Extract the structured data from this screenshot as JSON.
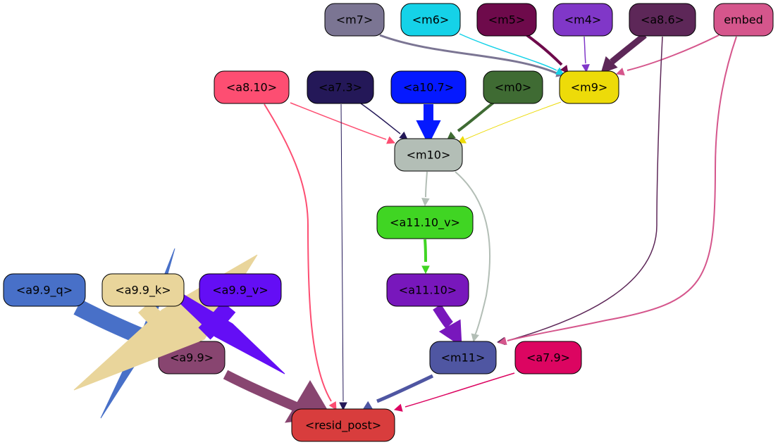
{
  "nodes": [
    {
      "id": "m7",
      "label": "<m7>",
      "color": "#7b7593"
    },
    {
      "id": "m6",
      "label": "<m6>",
      "color": "#15d2e8"
    },
    {
      "id": "m5",
      "label": "<m5>",
      "color": "#6e0a4b"
    },
    {
      "id": "m4",
      "label": "<m4>",
      "color": "#8037c8"
    },
    {
      "id": "a8_6",
      "label": "<a8.6>",
      "color": "#5d2758"
    },
    {
      "id": "embed",
      "label": "embed",
      "color": "#d5568c"
    },
    {
      "id": "a8_10",
      "label": "<a8.10>",
      "color": "#fd4e72"
    },
    {
      "id": "a7_3",
      "label": "<a7.3>",
      "color": "#241858"
    },
    {
      "id": "a10_7",
      "label": "<a10.7>",
      "color": "#0519ff"
    },
    {
      "id": "m0",
      "label": "<m0>",
      "color": "#3f6b33"
    },
    {
      "id": "m9",
      "label": "<m9>",
      "color": "#eddb09"
    },
    {
      "id": "m10",
      "label": "<m10>",
      "color": "#b3beb6"
    },
    {
      "id": "a11_10_v",
      "label": "<a11.10_v>",
      "color": "#40d523"
    },
    {
      "id": "a11_10",
      "label": "<a11.10>",
      "color": "#7817bc"
    },
    {
      "id": "a9_9_q",
      "label": "<a9.9_q>",
      "color": "#4870c8"
    },
    {
      "id": "a9_9_k",
      "label": "<a9.9_k>",
      "color": "#e9d59b"
    },
    {
      "id": "a9_9_v",
      "label": "<a9.9_v>",
      "color": "#640ef5"
    },
    {
      "id": "a9_9",
      "label": "<a9.9>",
      "color": "#884570"
    },
    {
      "id": "m11",
      "label": "<m11>",
      "color": "#4f56a2"
    },
    {
      "id": "a7_9",
      "label": "<a7.9>",
      "color": "#dc0561"
    },
    {
      "id": "resid_post",
      "label": "<resid_post>",
      "color": "#d83d3d"
    }
  ],
  "edges": [
    {
      "from": "m7",
      "to": "m9",
      "color": "#7b7593",
      "weight": 3
    },
    {
      "from": "m6",
      "to": "m9",
      "color": "#15d2e8",
      "weight": 1.5
    },
    {
      "from": "m5",
      "to": "m9",
      "color": "#6e0a4b",
      "weight": 4
    },
    {
      "from": "m4",
      "to": "m9",
      "color": "#8037c8",
      "weight": 1.5
    },
    {
      "from": "a8_6",
      "to": "m9",
      "color": "#5d2758",
      "weight": 9
    },
    {
      "from": "embed",
      "to": "m9",
      "color": "#d5568c",
      "weight": 2
    },
    {
      "from": "a8_6",
      "to": "m11",
      "color": "#5d2758",
      "weight": 1.5
    },
    {
      "from": "embed",
      "to": "m11",
      "color": "#d5568c",
      "weight": 2
    },
    {
      "from": "a8_10",
      "to": "m10",
      "color": "#fd4e72",
      "weight": 1.5
    },
    {
      "from": "a7_3",
      "to": "m10",
      "color": "#241858",
      "weight": 1.5
    },
    {
      "from": "a10_7",
      "to": "m10",
      "color": "#0519ff",
      "weight": 14
    },
    {
      "from": "m0",
      "to": "m10",
      "color": "#3f6b33",
      "weight": 4
    },
    {
      "from": "m9",
      "to": "m10",
      "color": "#eddb09",
      "weight": 1
    },
    {
      "from": "m10",
      "to": "a11_10_v",
      "color": "#b3beb6",
      "weight": 2
    },
    {
      "from": "m10",
      "to": "m11",
      "color": "#b3beb6",
      "weight": 2
    },
    {
      "from": "a11_10_v",
      "to": "a11_10",
      "color": "#40d523",
      "weight": 4
    },
    {
      "from": "a11_10",
      "to": "m11",
      "color": "#7817bc",
      "weight": 14
    },
    {
      "from": "a9_9_q",
      "to": "a9_9",
      "color": "#4870c8",
      "weight": 24
    },
    {
      "from": "a9_9_k",
      "to": "a9_9",
      "color": "#e9d59b",
      "weight": 24
    },
    {
      "from": "a9_9_v",
      "to": "a9_9",
      "color": "#640ef5",
      "weight": 24
    },
    {
      "from": "a9_9",
      "to": "resid_post",
      "color": "#884570",
      "weight": 14
    },
    {
      "from": "a8_10",
      "to": "resid_post",
      "color": "#fd4e72",
      "weight": 2
    },
    {
      "from": "a7_3",
      "to": "resid_post",
      "color": "#241858",
      "weight": 1
    },
    {
      "from": "m11",
      "to": "resid_post",
      "color": "#4f56a2",
      "weight": 5
    },
    {
      "from": "a7_9",
      "to": "resid_post",
      "color": "#dc0561",
      "weight": 1.5
    }
  ]
}
